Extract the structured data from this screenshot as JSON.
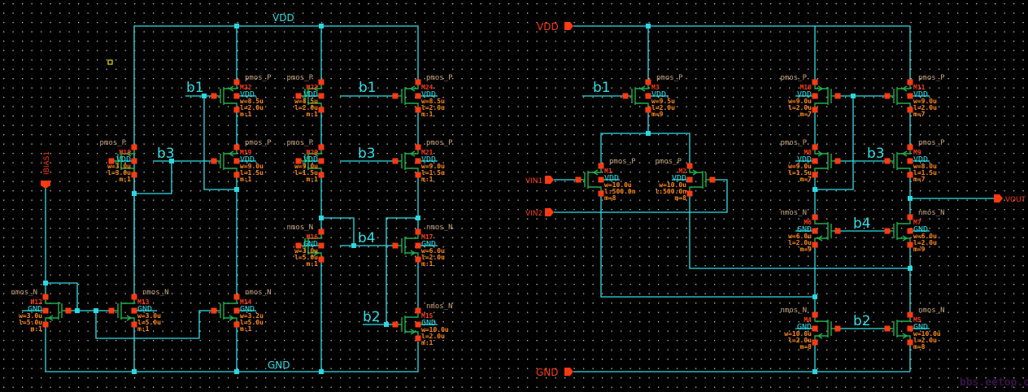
{
  "window": {
    "title": "Schematic Editor"
  },
  "colors": {
    "background": "#000000",
    "wire": "#2fe0e8",
    "device": "#1fb050",
    "pin": "#ff3a10",
    "param": "#ff8a1a",
    "cell_name": "#c8a882",
    "watermark": "#3a1248"
  },
  "rails": {
    "left_vdd": "VDD",
    "left_gnd": "GND",
    "right_vdd": "VDD",
    "right_gnd": "GND"
  },
  "pins": {
    "ibias": "IBIAS1",
    "vin1": "VIN1",
    "vin2": "VIN2",
    "vout": "VOUT",
    "vdd": "VDD",
    "gnd": "GND"
  },
  "net_labels": {
    "left_b1": "b1",
    "left_b3": "b3",
    "mid_b1": "b1",
    "mid_b3": "b3",
    "mid_b4": "b4",
    "mid_b2": "b2",
    "right_b1": "b1",
    "right_b3": "b3",
    "right_b4": "b4",
    "right_b2": "b2"
  },
  "transistors": [
    {
      "id": "M22",
      "cell": "pmos_P",
      "bulk": "VDD",
      "w": "w=8.5u",
      "l": "l=2.0u",
      "m": "m:1"
    },
    {
      "id": "M18",
      "cell": "pmos_P",
      "bulk": "VDD",
      "w": "w=3.0u",
      "l": "l=3.0u",
      "m": "m:1"
    },
    {
      "id": "M19",
      "cell": "pmos_P",
      "bulk": "VDD",
      "w": "w=9.0u",
      "l": "l=1.5u",
      "m": "m:1"
    },
    {
      "id": "M23",
      "cell": "pmos_P",
      "bulk": "VDD",
      "w": "w=8.5u",
      "l": "l=2.0u",
      "m": "m:1"
    },
    {
      "id": "M24",
      "cell": "pmos_P",
      "bulk": "VDD",
      "w": "w=8.5u",
      "l": "l=2.0u",
      "m": "m:1"
    },
    {
      "id": "M20",
      "cell": "pmos_P",
      "bulk": "VDD",
      "w": "w=9.0u",
      "l": "l=1.5u",
      "m": "m:1"
    },
    {
      "id": "M21",
      "cell": "pmos_P",
      "bulk": "VDD",
      "w": "w=9.0u",
      "l": "l=1.5u",
      "m": "m:1"
    },
    {
      "id": "M16",
      "cell": "nmos_N",
      "bulk": "GND",
      "w": "w=3.0u",
      "l": "l=5.0u",
      "m": "m:1"
    },
    {
      "id": "M17",
      "cell": "nmos_N",
      "bulk": "GND",
      "w": "w=6.0u",
      "l": "l=2.0u",
      "m": "m:1"
    },
    {
      "id": "M15",
      "cell": "nmos_N",
      "bulk": "GND",
      "w": "w=10.0u",
      "l": "l=2.0u",
      "m": "m:1"
    },
    {
      "id": "M12",
      "cell": "nmos_N",
      "bulk": "GND",
      "w": "w=3.0u",
      "l": "l=5.0u",
      "m": "m:1"
    },
    {
      "id": "M13",
      "cell": "nmos_N",
      "bulk": "GND",
      "w": "w=3.0u",
      "l": "l=5.0u",
      "m": "m:1"
    },
    {
      "id": "M14",
      "cell": "nmos_N",
      "bulk": "GND",
      "w": "w=3.2u",
      "l": "l=5.0u",
      "m": "m:1"
    },
    {
      "id": "M3",
      "cell": "pmos_P",
      "bulk": "VDD",
      "w": "w=9.5u",
      "l": "l=2.0u",
      "m": "m=9"
    },
    {
      "id": "M1",
      "cell": "pmos_P",
      "bulk": "VDD",
      "w": "w=10.0u",
      "l": "l:500.0n",
      "m": "m=8"
    },
    {
      "id": "M2",
      "cell": "pmos_P",
      "bulk": "VDD",
      "w": "w=10.0u",
      "l": "l:500.0n",
      "m": "m=8"
    },
    {
      "id": "M10",
      "cell": "pmos_P",
      "bulk": "VDD",
      "w": "w=9.0u",
      "l": "l=2.0u",
      "m": "m=7"
    },
    {
      "id": "M11",
      "cell": "pmos_P",
      "bulk": "VDD",
      "w": "w=9.0u",
      "l": "l=2.0u",
      "m": "m=7"
    },
    {
      "id": "M8",
      "cell": "pmos_P",
      "bulk": "VDD",
      "w": "w=9.0u",
      "l": "l=1.5u",
      "m": "m=7"
    },
    {
      "id": "M9",
      "cell": "pmos_P",
      "bulk": "VDD",
      "w": "w=8.0u",
      "l": "l=1.5u",
      "m": "m=7"
    },
    {
      "id": "M6",
      "cell": "nmos_N",
      "bulk": "GND",
      "w": "w=6.0u",
      "l": "l=2.0u",
      "m": "m=9"
    },
    {
      "id": "M7",
      "cell": "nmos_N",
      "bulk": "GND",
      "w": "w=6.0u",
      "l": "l=2.0u",
      "m": "m=9"
    },
    {
      "id": "M4",
      "cell": "nmos_N",
      "bulk": "GND",
      "w": "w=10.0u",
      "l": "l=2.0u",
      "m": "m=8"
    },
    {
      "id": "M5",
      "cell": "nmos_N",
      "bulk": "GND",
      "w": "w=10.0u",
      "l": "l=2.0u",
      "m": "m=8"
    }
  ],
  "watermark": "bbs.eetop.cn"
}
